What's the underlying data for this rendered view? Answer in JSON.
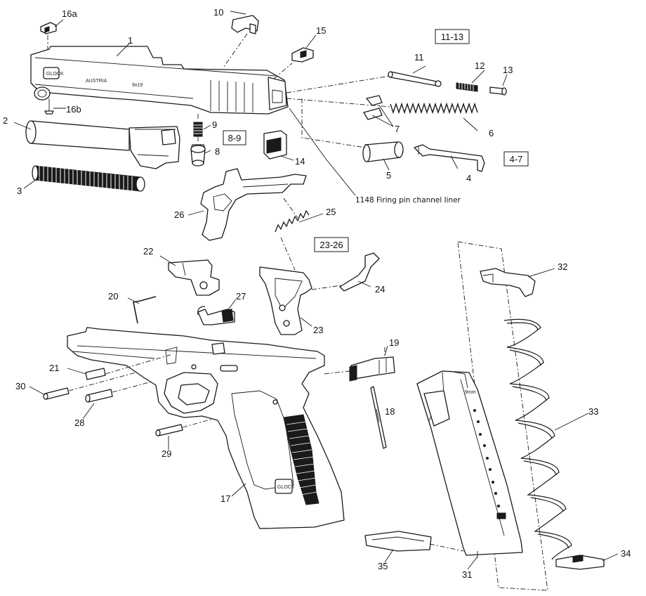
{
  "title": "Pistol exploded parts diagram",
  "callouts": {
    "p1": "1",
    "p2": "2",
    "p3": "3",
    "p4": "4",
    "p5": "5",
    "p6": "6",
    "p7": "7",
    "p8": "8",
    "p9": "9",
    "p10": "10",
    "p11": "11",
    "p12": "12",
    "p13": "13",
    "p14": "14",
    "p15": "15",
    "p16a": "16a",
    "p16b": "16b",
    "p17": "17",
    "p18": "18",
    "p19": "19",
    "p20": "20",
    "p21": "21",
    "p22": "22",
    "p23": "23",
    "p24": "24",
    "p25": "25",
    "p26": "26",
    "p27": "27",
    "p28": "28",
    "p29": "29",
    "p30": "30",
    "p31": "31",
    "p32": "32",
    "p33": "33",
    "p34": "34",
    "p35": "35"
  },
  "groups": {
    "g11_13": "11-13",
    "g8_9": "8-9",
    "g4_7": "4-7",
    "g23_26": "23-26"
  },
  "note": "1148 Firing pin channel liner",
  "slide_marks": {
    "brand": "GLOCK",
    "origin": "AUSTRIA",
    "caliber": "9x19"
  },
  "frame_marks": {
    "brand": "GLOCK"
  },
  "magazine_marks": {
    "caliber": "9mm"
  }
}
